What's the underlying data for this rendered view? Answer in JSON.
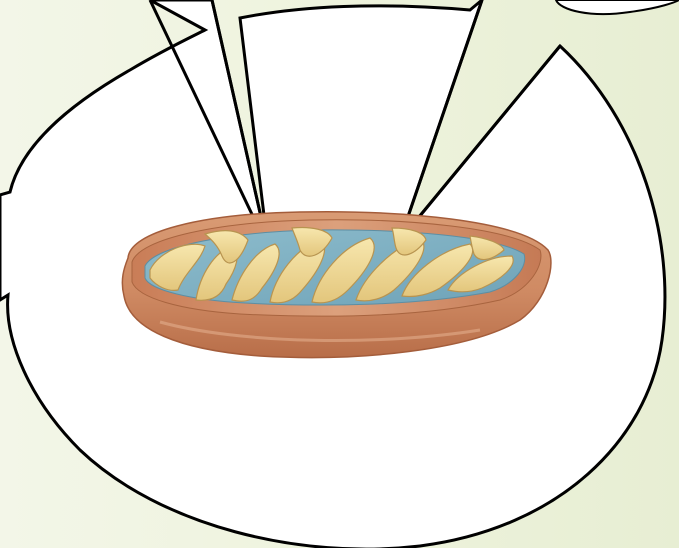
{
  "scene": {
    "subject": "mitochondrion-cutaway",
    "callouts": [
      {
        "name": "left-callout",
        "text": ""
      },
      {
        "name": "right-callout",
        "text": ""
      },
      {
        "name": "top-right-callout",
        "text": ""
      }
    ]
  },
  "colors": {
    "background": "#eef2dd",
    "bubble_fill": "#ffffff",
    "bubble_stroke": "#000000",
    "outer_membrane": "#cf8a63",
    "outer_membrane_dark": "#b76b47",
    "inner_membrane": "#f2dd9b",
    "inner_membrane_edge": "#c8a760",
    "matrix": "#7fb0c4"
  }
}
